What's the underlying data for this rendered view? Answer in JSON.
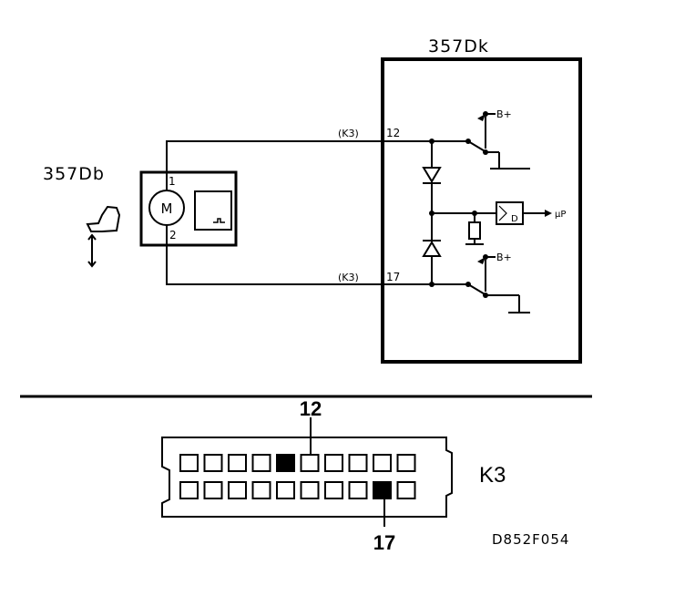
{
  "ecu_label": "357Dk",
  "motor_component_label": "357Db",
  "motor_symbol": "M",
  "motor_pin_top": "1",
  "motor_pin_bottom": "2",
  "wire_top_connector": "(K3)",
  "wire_top_pin": "12",
  "wire_bottom_connector": "(K3)",
  "wire_bottom_pin": "17",
  "supply_top": "B+",
  "supply_bottom": "B+",
  "output_label": "μP",
  "flipflop_letter": "D",
  "connector_name": "K3",
  "connector_pin_top": "12",
  "connector_pin_bottom": "17",
  "connector_pins_per_row": 10,
  "highlighted_pin_row1": 5,
  "highlighted_pin_row2": 9,
  "drawing_code": "D852F054"
}
